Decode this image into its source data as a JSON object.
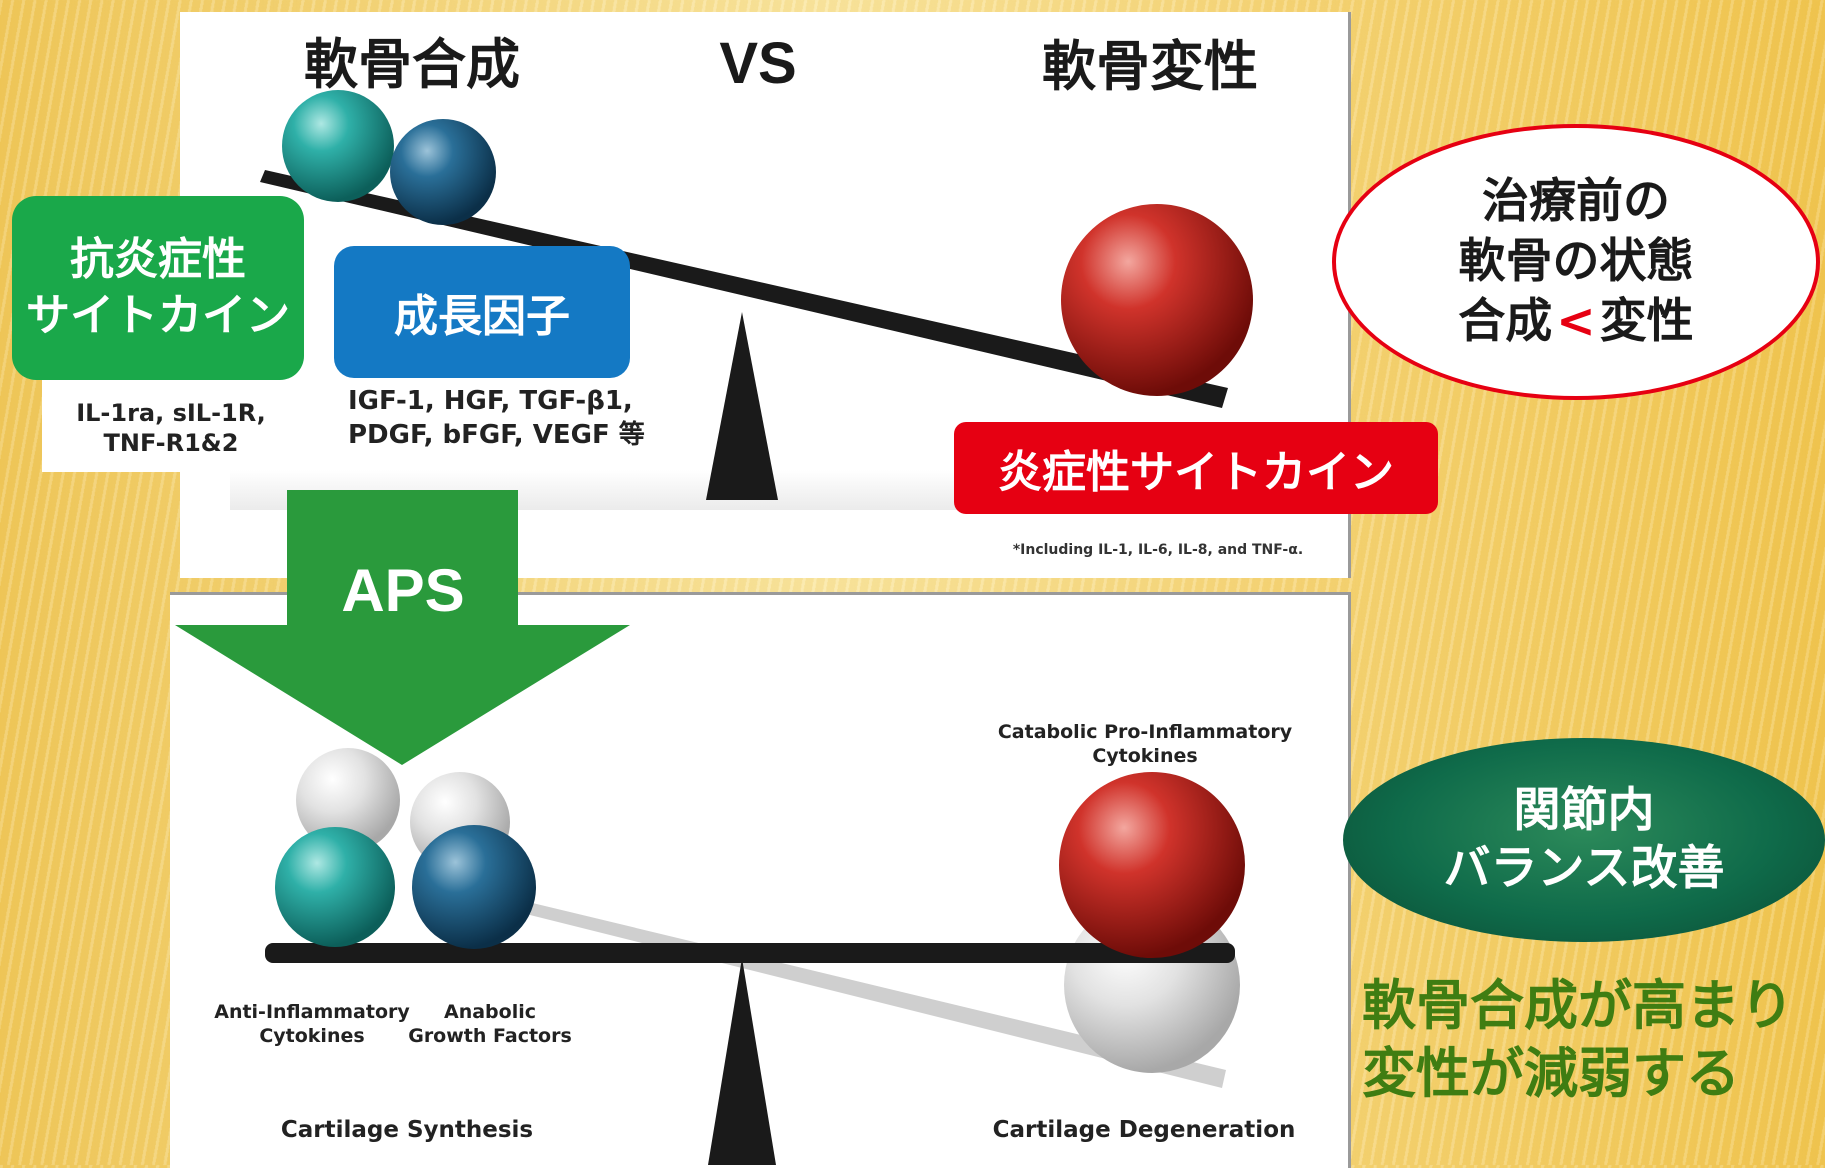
{
  "top": {
    "heading_left": "軟骨合成",
    "heading_vs": "VS",
    "heading_right": "軟骨変性",
    "anti_inflammatory_box": {
      "line1": "抗炎症性",
      "line2": "サイトカイン",
      "color": "#1aa84a"
    },
    "anti_inflammatory_list": {
      "line1": "IL-1ra, sIL-1R,",
      "line2": "TNF-R1&2"
    },
    "growth_factor_box": {
      "label": "成長因子",
      "color": "#1479c4"
    },
    "growth_factor_list": {
      "line1": "IGF-1, HGF, TGF-β1,",
      "line2": "PDGF, bFGF, VEGF 等"
    },
    "inflammatory_box": {
      "label": "炎症性サイトカイン",
      "color": "#e60012"
    },
    "footnote": "*Including IL-1, IL-6, IL-8, and TNF-α."
  },
  "arrow": {
    "label": "APS",
    "color": "#2a9a3c"
  },
  "bottom": {
    "catabolic_label": {
      "line1": "Catabolic Pro-Inflammatory",
      "line2": "Cytokines"
    },
    "anti_label": {
      "line1": "Anti-Inflammatory",
      "line2": "Cytokines"
    },
    "anabolic_label": {
      "line1": "Anabolic",
      "line2": "Growth Factors"
    },
    "synthesis_label": "Cartilage Synthesis",
    "degeneration_label": "Cartilage Degeneration"
  },
  "right": {
    "pre_treatment": {
      "line1": "治療前の",
      "line2": "軟骨の状態",
      "line3_left": "合成",
      "line3_symbol": "<",
      "line3_right": "変性",
      "border_color": "#e60012"
    },
    "balance": {
      "line1": "関節内",
      "line2": "バランス改善",
      "color": "#0f6b4a"
    },
    "conclusion": {
      "line1": "軟骨合成が高まり",
      "line2": "変性が減弱する",
      "color": "#3f7d12"
    }
  },
  "colors": {
    "teal_ball": "#1f9e97",
    "navy_ball": "#1c5a7e",
    "red_ball": "#c0211c",
    "ghost_ball": "#d8d8d8"
  },
  "icons": [
    "seesaw-top",
    "seesaw-bottom",
    "down-arrow"
  ]
}
